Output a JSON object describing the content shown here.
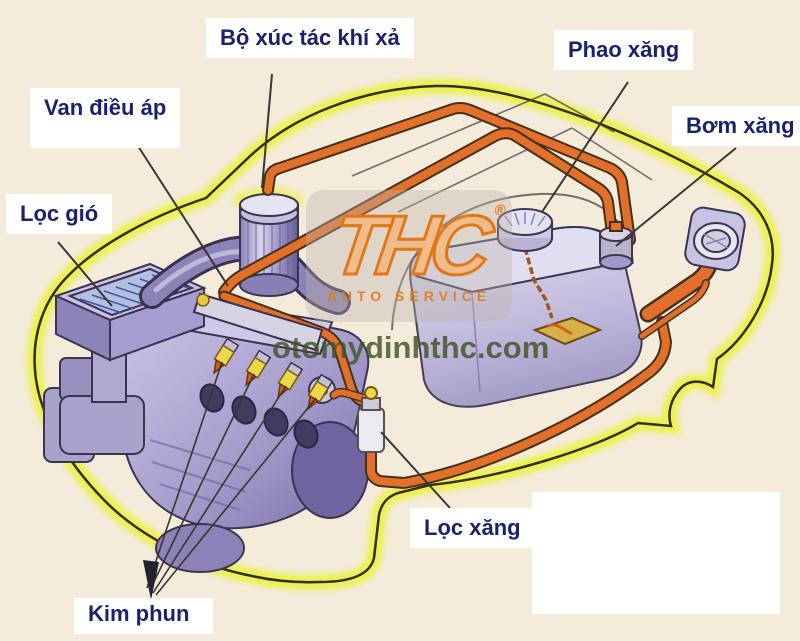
{
  "diagram": {
    "description": "Fuel injection system layout of a car",
    "labels": {
      "catalytic": "Bộ xúc tác khí xả",
      "regulator": "Van điều áp",
      "float": "Phao xăng",
      "pump": "Bơm xăng",
      "air_filter": "Lọc gió",
      "fuel_filter": "Lọc xăng",
      "injectors": "Kim phun"
    },
    "watermark": {
      "site": "otomydinhthc.com",
      "logo_text": "THC",
      "logo_sub": "AUTO SERVICE",
      "registered": "®"
    },
    "colors": {
      "background": "#f4ebdb",
      "label_text": "#1a2270",
      "car_glow_yellow": "#ecf23e",
      "car_outline": "#332d24",
      "fuel_line_orange": "#e2702a",
      "engine_lavender": "#aaa1d0",
      "watermark_green": "#3e5424",
      "logo_orange": "#e07818"
    }
  }
}
